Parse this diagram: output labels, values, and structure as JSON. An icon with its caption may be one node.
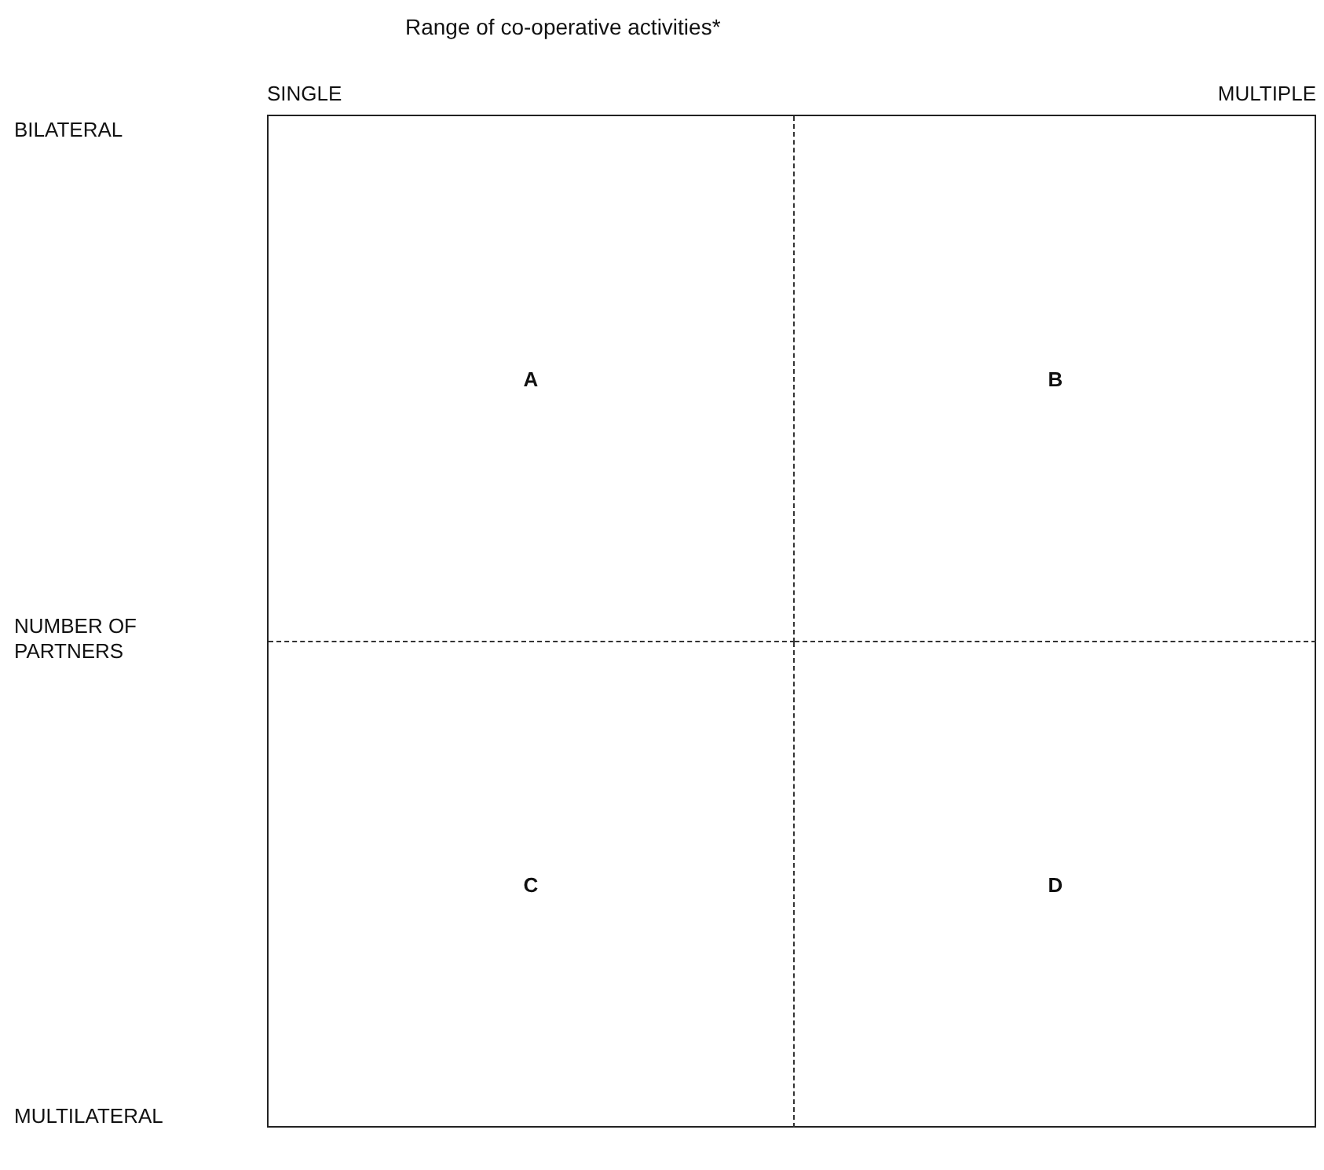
{
  "diagram": {
    "title": "Range of co-operative activities*",
    "nodes": [
      {
        "text": [],
        "shape": "box"
      },
      {
        "text": [
          "A"
        ],
        "in": 0
      },
      {
        "text": [
          "B"
        ],
        "in": 0
      },
      {
        "text": [
          "C"
        ],
        "in": 0
      },
      {
        "text": [
          "D"
        ],
        "in": 0
      }
    ],
    "labels": [
      "SINGLE",
      "MULTIPLE",
      "BILATERAL",
      "NUMBER OF PARTNERS",
      "MULTILATERAL"
    ]
  }
}
